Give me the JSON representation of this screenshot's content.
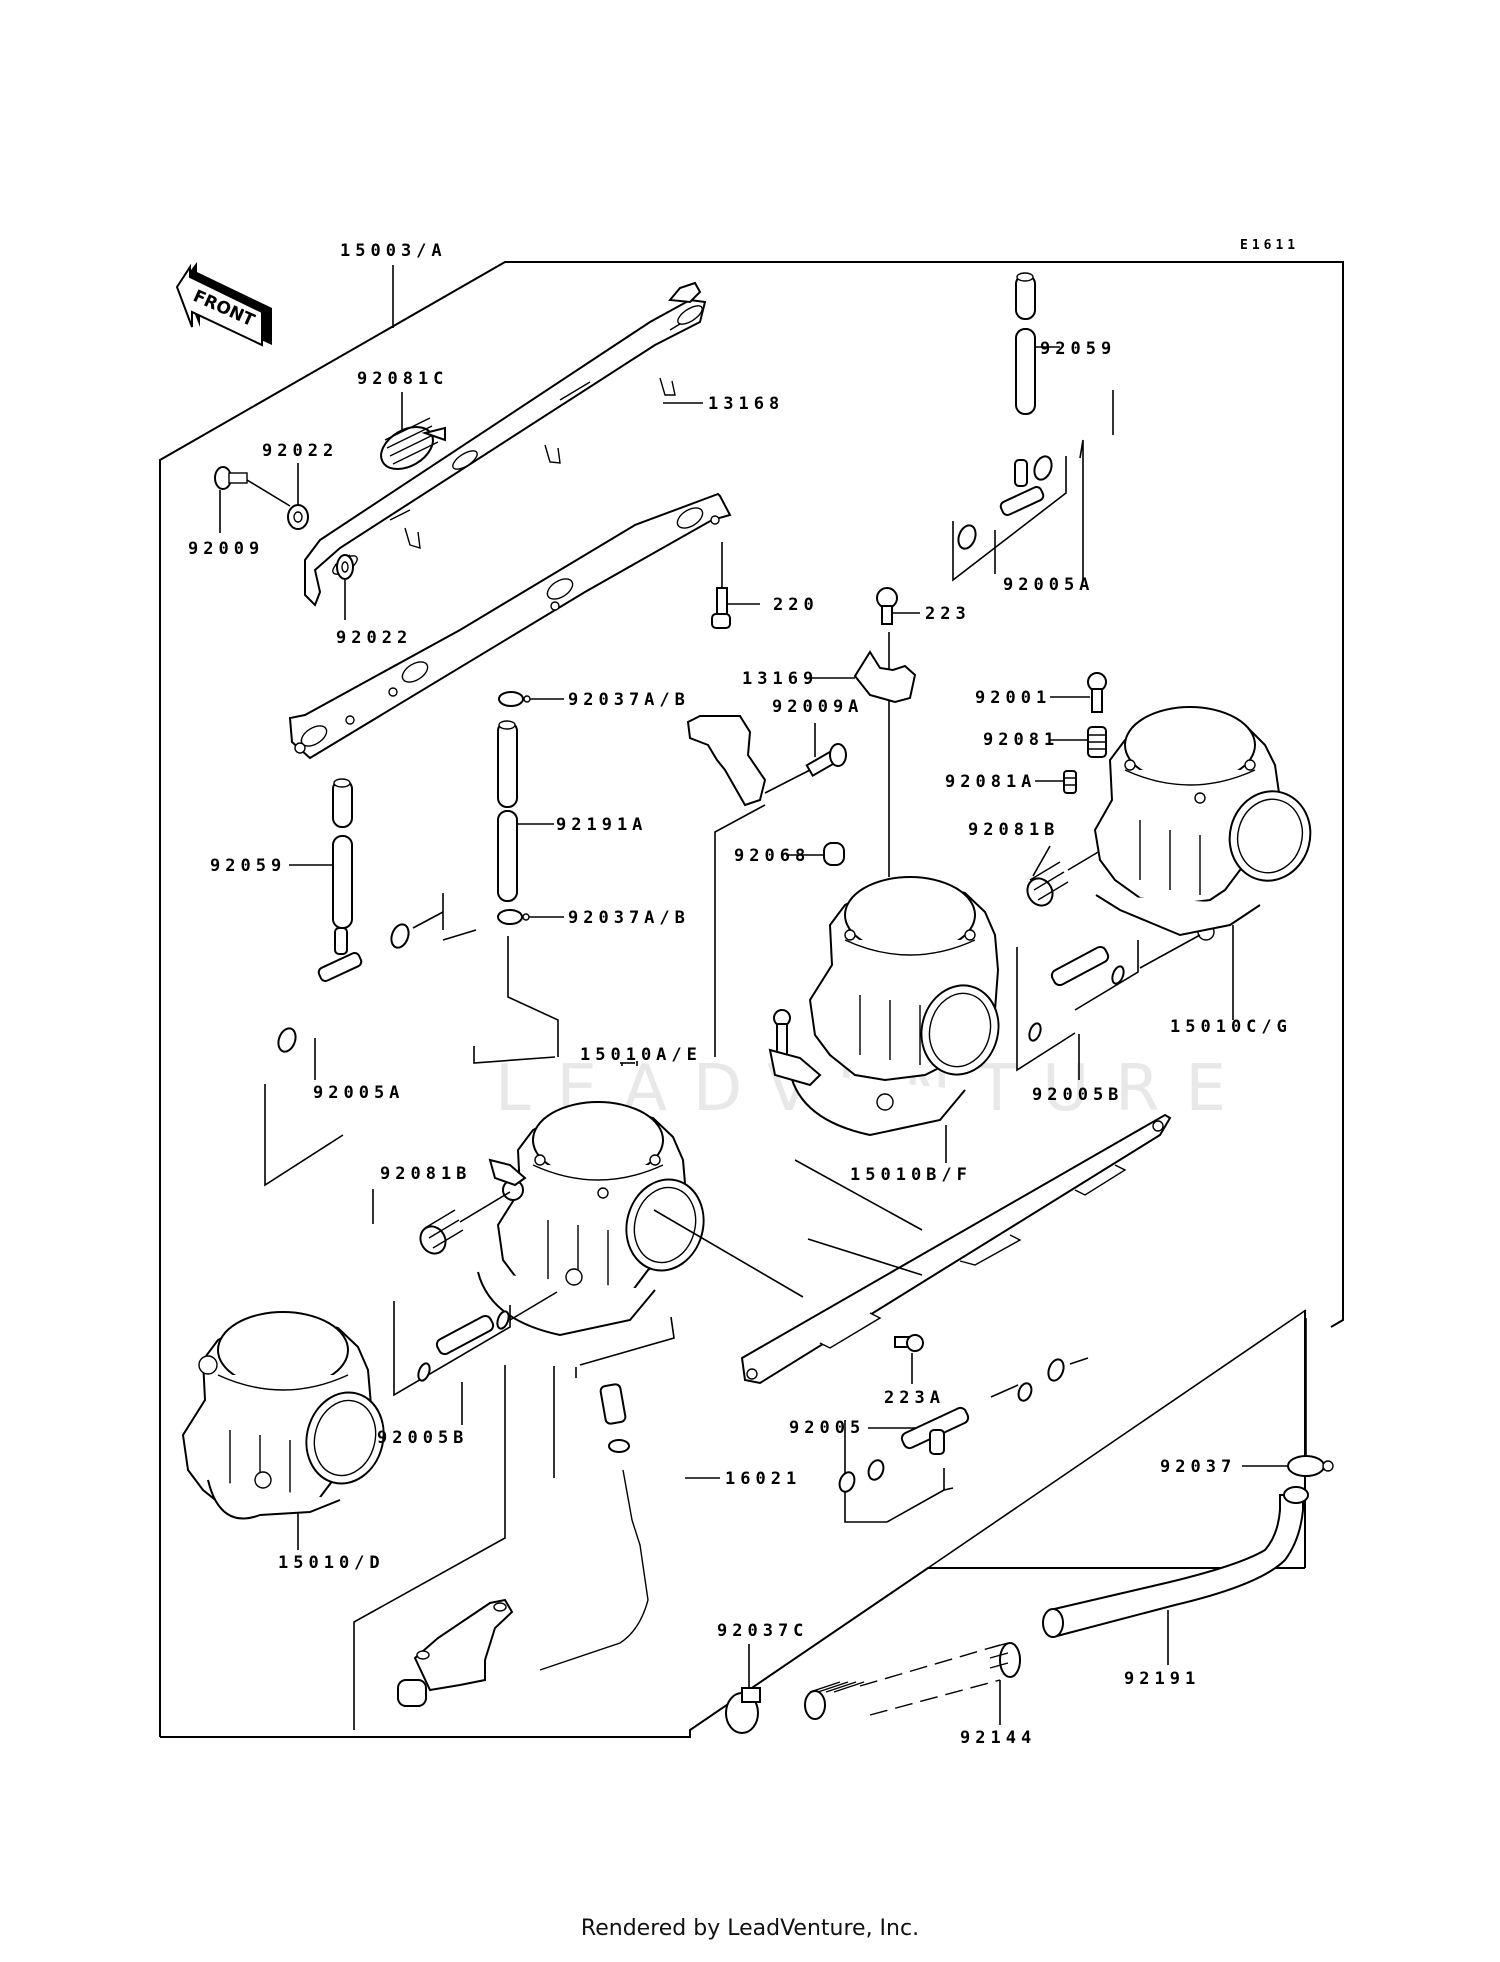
{
  "diagram": {
    "code": "E1611",
    "front_label": "FRONT",
    "watermark": "LEADVENTURE",
    "footer": "Rendered by LeadVenture, Inc."
  },
  "labels": [
    {
      "id": "15003-a",
      "text": "15003/A"
    },
    {
      "id": "92081c",
      "text": "92081C"
    },
    {
      "id": "13168",
      "text": "13168"
    },
    {
      "id": "92022-top",
      "text": "92022"
    },
    {
      "id": "92009",
      "text": "92009"
    },
    {
      "id": "92022-bottom",
      "text": "92022"
    },
    {
      "id": "220",
      "text": "220"
    },
    {
      "id": "92059-right",
      "text": "92059"
    },
    {
      "id": "92005a-right",
      "text": "92005A"
    },
    {
      "id": "223",
      "text": "223"
    },
    {
      "id": "13169",
      "text": "13169"
    },
    {
      "id": "92001",
      "text": "92001"
    },
    {
      "id": "92009a",
      "text": "92009A"
    },
    {
      "id": "92081",
      "text": "92081"
    },
    {
      "id": "92037ab-top",
      "text": "92037A/B"
    },
    {
      "id": "92081a",
      "text": "92081A"
    },
    {
      "id": "92191a",
      "text": "92191A"
    },
    {
      "id": "92068",
      "text": "92068"
    },
    {
      "id": "92081b-right",
      "text": "92081B"
    },
    {
      "id": "92059-left",
      "text": "92059"
    },
    {
      "id": "92037ab-bottom",
      "text": "92037A/B"
    },
    {
      "id": "15010ae",
      "text": "15010A/E"
    },
    {
      "id": "15010cg",
      "text": "15010C/G"
    },
    {
      "id": "92005a-left",
      "text": "92005A"
    },
    {
      "id": "92005b-right",
      "text": "92005B"
    },
    {
      "id": "92081b-left",
      "text": "92081B"
    },
    {
      "id": "15010bf",
      "text": "15010B/F"
    },
    {
      "id": "223a",
      "text": "223A"
    },
    {
      "id": "92005b-left",
      "text": "92005B"
    },
    {
      "id": "92005",
      "text": "92005"
    },
    {
      "id": "16021",
      "text": "16021"
    },
    {
      "id": "92037",
      "text": "92037"
    },
    {
      "id": "15010d",
      "text": "15010/D"
    },
    {
      "id": "92037c",
      "text": "92037C"
    },
    {
      "id": "92191",
      "text": "92191"
    },
    {
      "id": "92144",
      "text": "92144"
    }
  ]
}
